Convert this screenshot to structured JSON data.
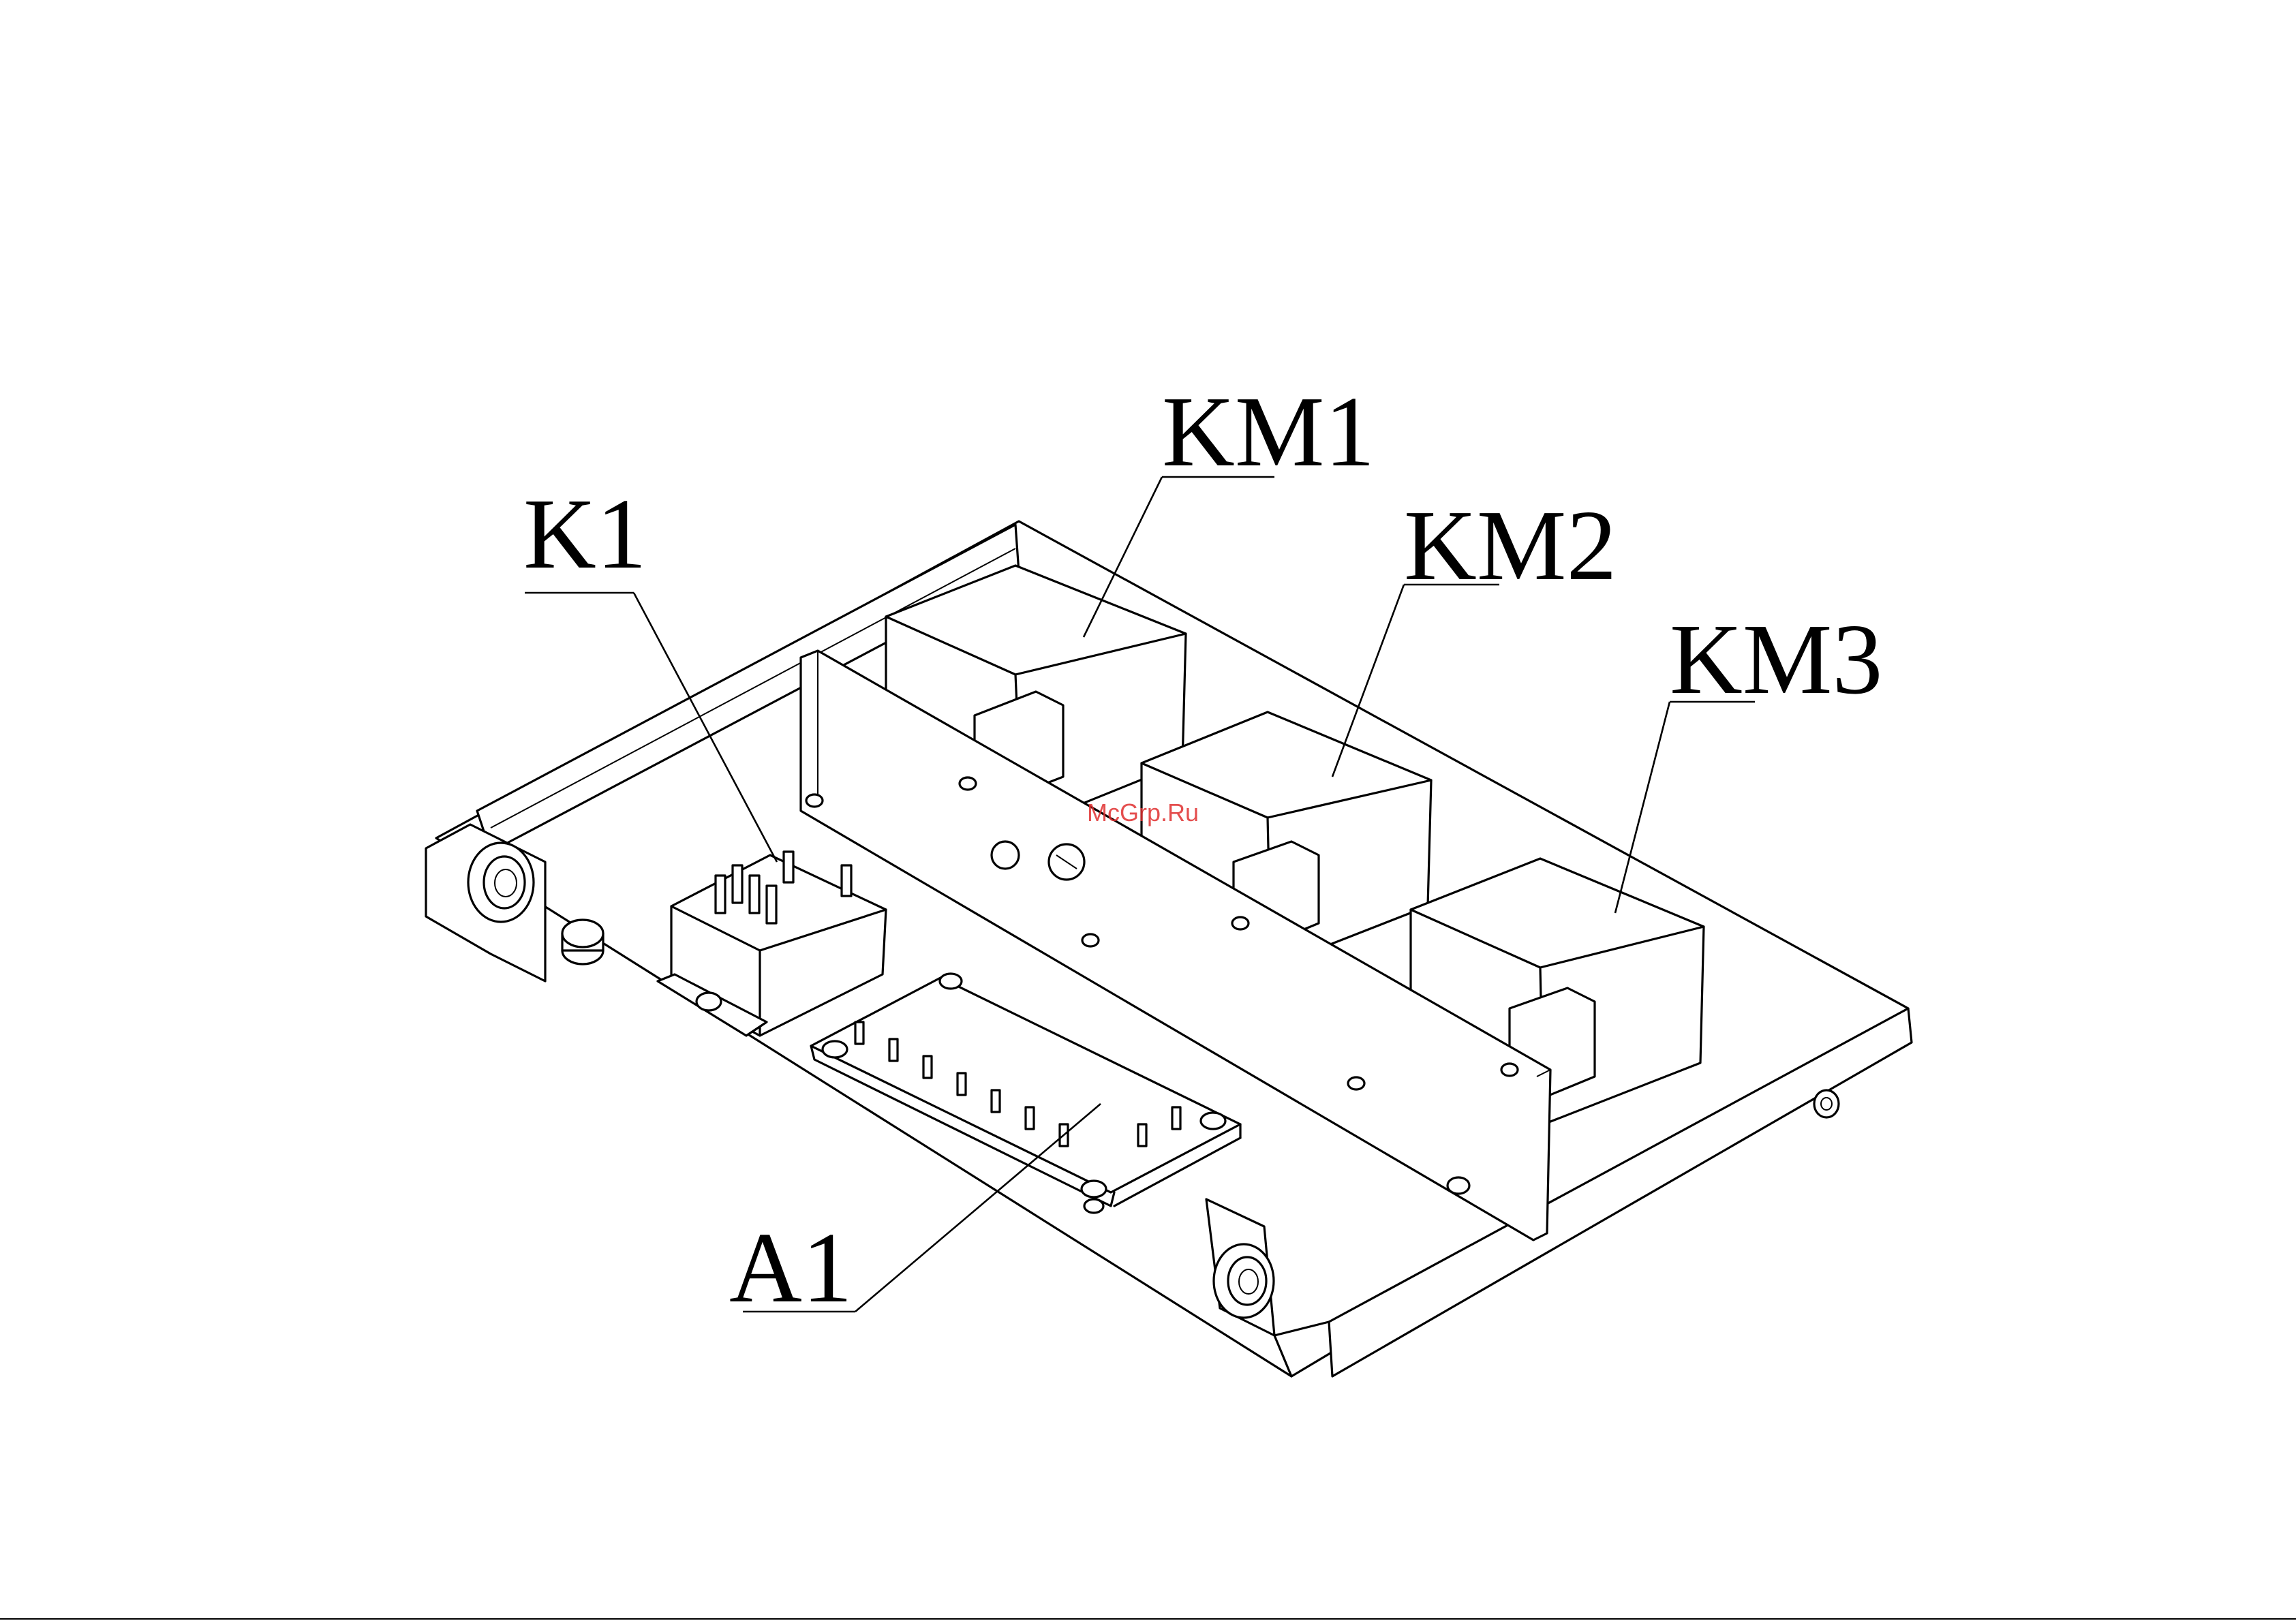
{
  "labels": {
    "km1": "KM1",
    "km2": "KM2",
    "km3": "KM3",
    "k1": "K1",
    "a1": "A1"
  },
  "watermark": "McGrp.Ru",
  "colors": {
    "line": "#000000",
    "background": "#ffffff",
    "watermark": "#e03030"
  }
}
